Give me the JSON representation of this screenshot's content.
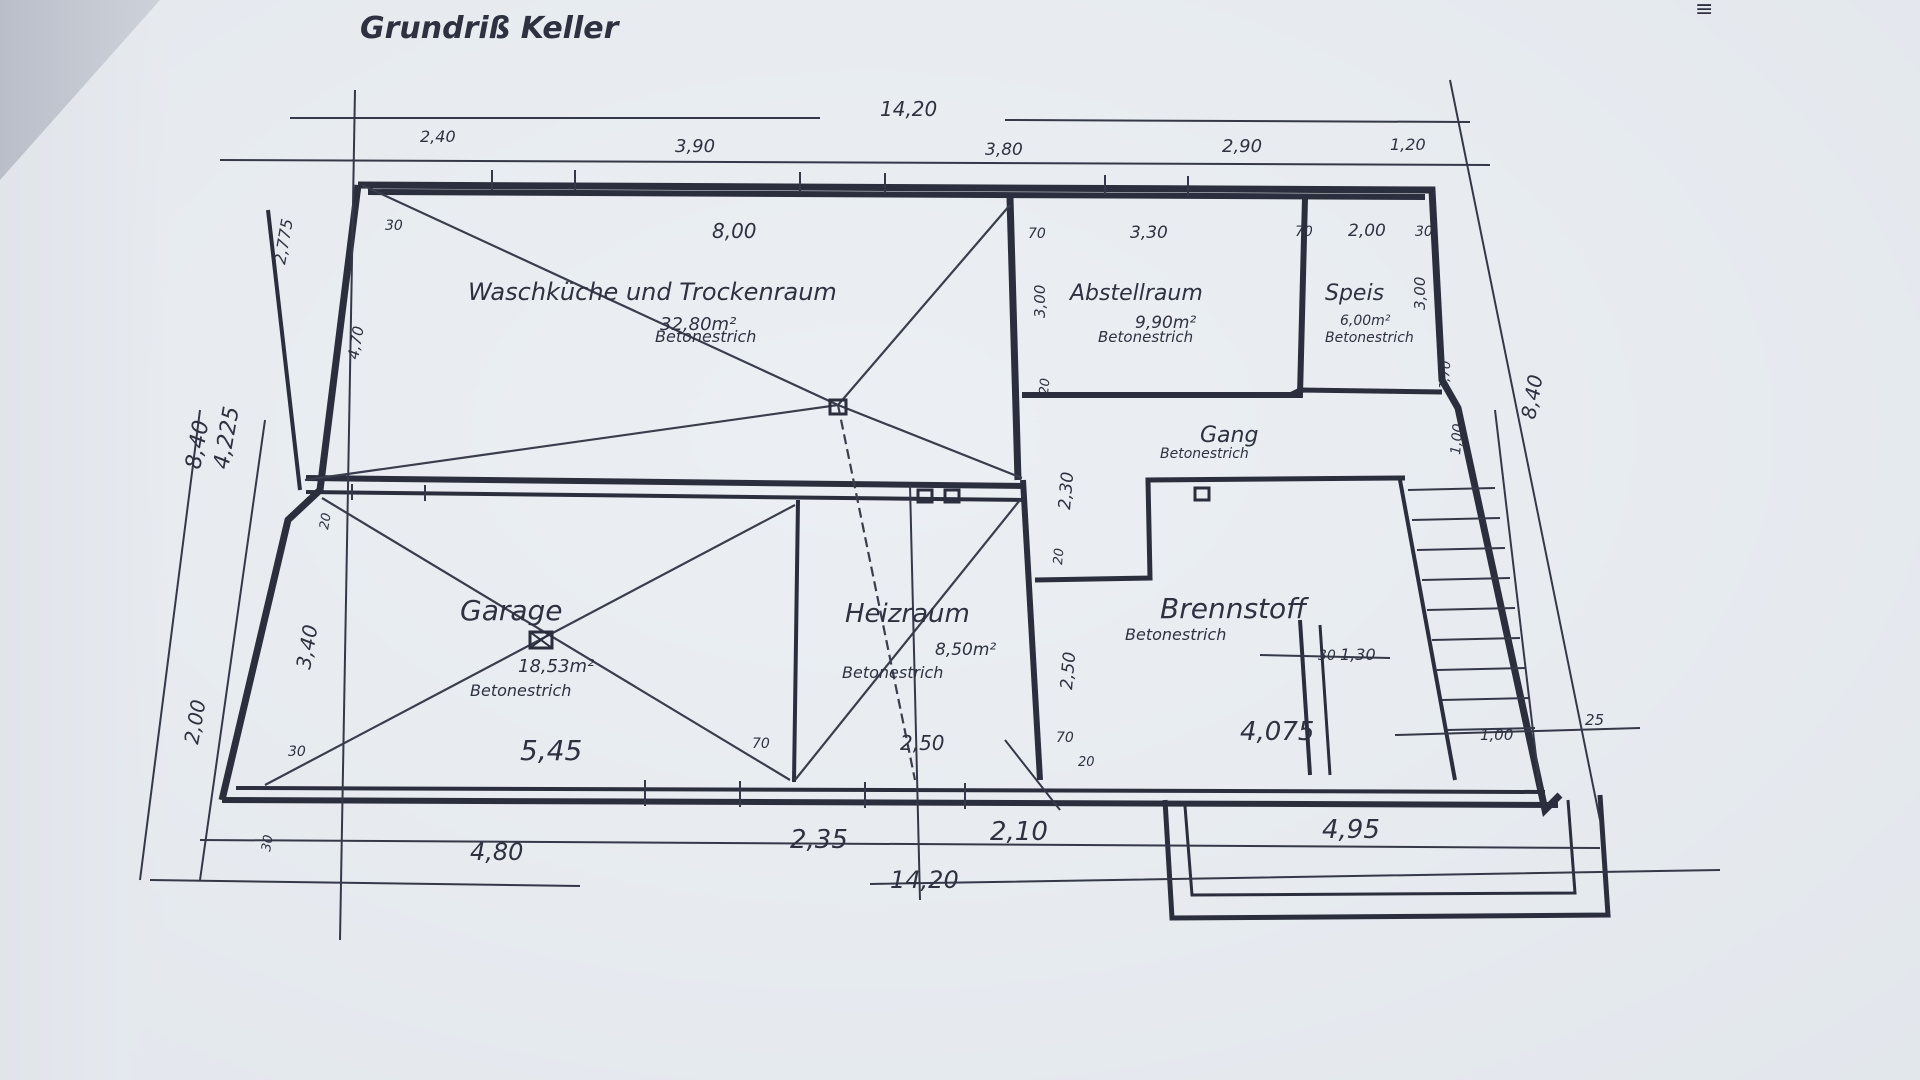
{
  "drawing": {
    "title": "Grundriß Keller",
    "corner_mark": "≡"
  },
  "rooms": {
    "waschkueche": {
      "name": "Waschküche und Trockenraum",
      "area": "32,80m²",
      "floor": "Betonestrich"
    },
    "abstellraum": {
      "name": "Abstellraum",
      "area": "9,90m²",
      "floor": "Betonestrich"
    },
    "speis": {
      "name": "Speis",
      "area": "6,00m²",
      "floor": "Betonestrich"
    },
    "gang": {
      "name": "Gang",
      "floor": "Betonestrich"
    },
    "brennstoff": {
      "name": "Brennstoff",
      "floor": "Betonestrich"
    },
    "garage": {
      "name": "Garage",
      "area": "18,53m²",
      "floor": "Betonestrich"
    },
    "heizraum": {
      "name": "Heizraum",
      "area": "8,50m²",
      "floor": "Betonestrich"
    }
  },
  "dimensions": {
    "top_total": "14,20",
    "top_segments": [
      "2,40",
      "3,90",
      "3,80",
      "2,90",
      "1,20"
    ],
    "waschkueche_width": "8,00",
    "waschkueche_30": "30",
    "inner_top": [
      "70",
      "3,30",
      "70",
      "2,00",
      "30"
    ],
    "abstell_height": "3,00",
    "speis_height": "3,00",
    "left_outer": "8,40",
    "left_inner": "4,225",
    "left_top": "2,775",
    "left_470": "4,70",
    "left_340": "3,40",
    "left_200": "2,00",
    "left_20": "20",
    "garage_width": "5,45",
    "garage_30": "30",
    "garage_70": "70",
    "heiz_width": "2,50",
    "heiz_70": "70",
    "center_230": "2,30",
    "center_250": "2,50",
    "gang_20a": "20",
    "gang_20b": "20",
    "gang_170": "1,70",
    "gang_100": "1,00",
    "right_outer": "8,40",
    "brenn_30": "30",
    "brenn_130": "1,30",
    "brenn_4075": "4,075",
    "stair_100": "1,00",
    "stair_25": "25",
    "small_20": "20",
    "bottom_segments": [
      "4,80",
      "2,35",
      "2,10"
    ],
    "bottom_total": "14,20",
    "bottom_right": "4,95",
    "bottom_30": "30"
  }
}
